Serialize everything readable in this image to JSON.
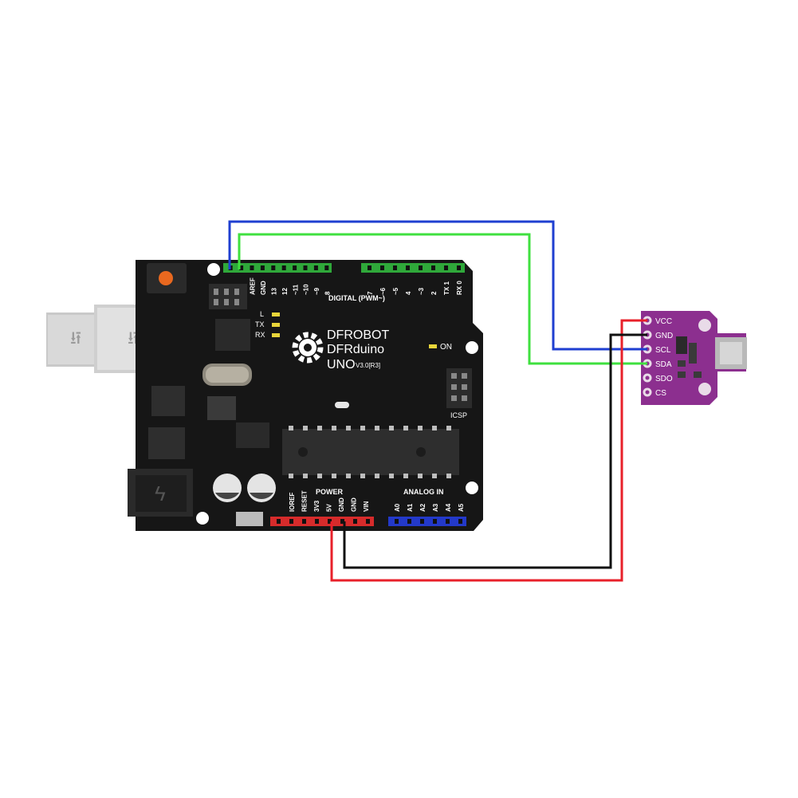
{
  "board": {
    "brand": "DFROBOT",
    "model": "DFRduino",
    "variant": "UNO",
    "version": "V3.0[R3]",
    "digital_header_label": "DIGITAL (PWM~)",
    "digital_pins_left": [
      "AREF",
      "GND",
      "13",
      "12",
      "~11",
      "~10",
      "~9",
      "8"
    ],
    "digital_pins_right": [
      "7",
      "~6",
      "~5",
      "4",
      "~3",
      "2",
      "TX 1",
      "RX 0"
    ],
    "power_header_label": "POWER",
    "power_pins": [
      "IOREF",
      "RESET",
      "3V3",
      "5V",
      "GND",
      "GND",
      "VIN"
    ],
    "analog_header_label": "ANALOG IN",
    "analog_pins": [
      "A0",
      "A1",
      "A2",
      "A3",
      "A4",
      "A5"
    ],
    "led_labels": [
      "L",
      "TX",
      "RX"
    ],
    "on_label": "ON",
    "icsp_label": "ICSP"
  },
  "sensor": {
    "pins": [
      "VCC",
      "GND",
      "SCL",
      "SDA",
      "SDO",
      "CS"
    ]
  },
  "wires": [
    {
      "color": "#1f3fd1",
      "from": "AREF-side header pin",
      "to": "SCL"
    },
    {
      "color": "#3fe03f",
      "from": "AREF-side header pin",
      "to": "SDA"
    },
    {
      "color": "#e8202a",
      "from": "5V",
      "to": "VCC"
    },
    {
      "color": "#111111",
      "from": "GND",
      "to": "GND"
    }
  ],
  "colors": {
    "board": "#161616",
    "digital_header": "#2fa83a",
    "power_header": "#d62b2b",
    "analog_header": "#2339c9",
    "sensor_board": "#8c2f8f"
  }
}
